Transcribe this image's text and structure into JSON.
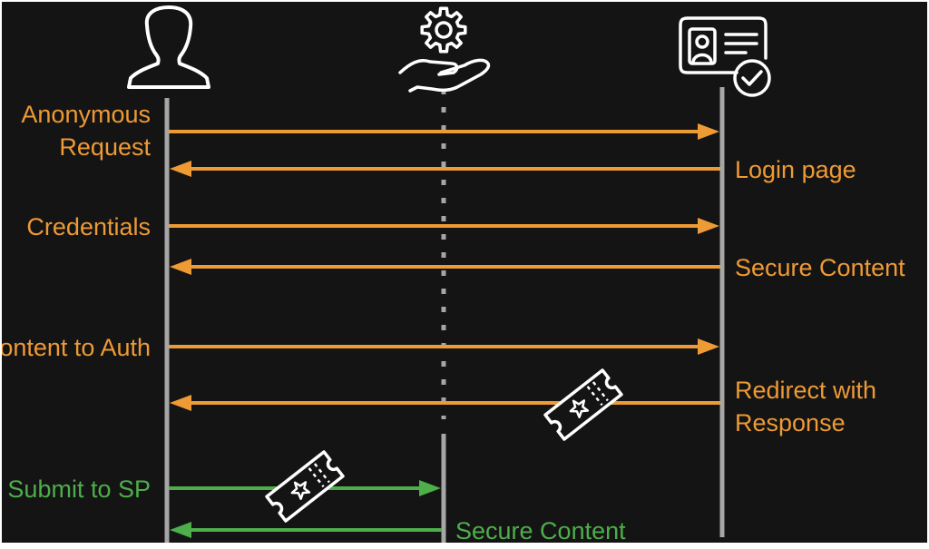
{
  "colors": {
    "background": "#141414",
    "border": "#ffffff",
    "lifeline": "#a6a6a6",
    "icon": "#ffffff",
    "orange": "#ee9a35",
    "green": "#4dae4a"
  },
  "actors": [
    {
      "id": "user",
      "icon": "user-silhouette-icon"
    },
    {
      "id": "service_provider",
      "icon": "gear-hand-icon"
    },
    {
      "id": "identity_provider",
      "icon": "id-card-check-icon"
    }
  ],
  "messages": [
    {
      "from": "user",
      "to": "identity_provider",
      "color": "orange",
      "label": [
        "Anonymous",
        "Request"
      ],
      "label_side": "left",
      "ticket": false
    },
    {
      "from": "identity_provider",
      "to": "user",
      "color": "orange",
      "label": [
        "Login page"
      ],
      "label_side": "right",
      "ticket": false
    },
    {
      "from": "user",
      "to": "identity_provider",
      "color": "orange",
      "label": [
        "Credentials"
      ],
      "label_side": "left",
      "ticket": false
    },
    {
      "from": "identity_provider",
      "to": "user",
      "color": "orange",
      "label": [
        "Secure Content"
      ],
      "label_side": "right",
      "ticket": false
    },
    {
      "from": "user",
      "to": "identity_provider",
      "color": "orange",
      "label": [
        "Content to Auth"
      ],
      "label_side": "left",
      "ticket": false
    },
    {
      "from": "identity_provider",
      "to": "user",
      "color": "orange",
      "label": [
        "Redirect with",
        "Response"
      ],
      "label_side": "right",
      "ticket": true
    },
    {
      "from": "user",
      "to": "service_provider",
      "color": "green",
      "label": [
        "Submit to SP"
      ],
      "label_side": "left",
      "ticket": true
    },
    {
      "from": "service_provider",
      "to": "user",
      "color": "green",
      "label": [
        "Secure Content"
      ],
      "label_side": "right",
      "ticket": false
    }
  ]
}
